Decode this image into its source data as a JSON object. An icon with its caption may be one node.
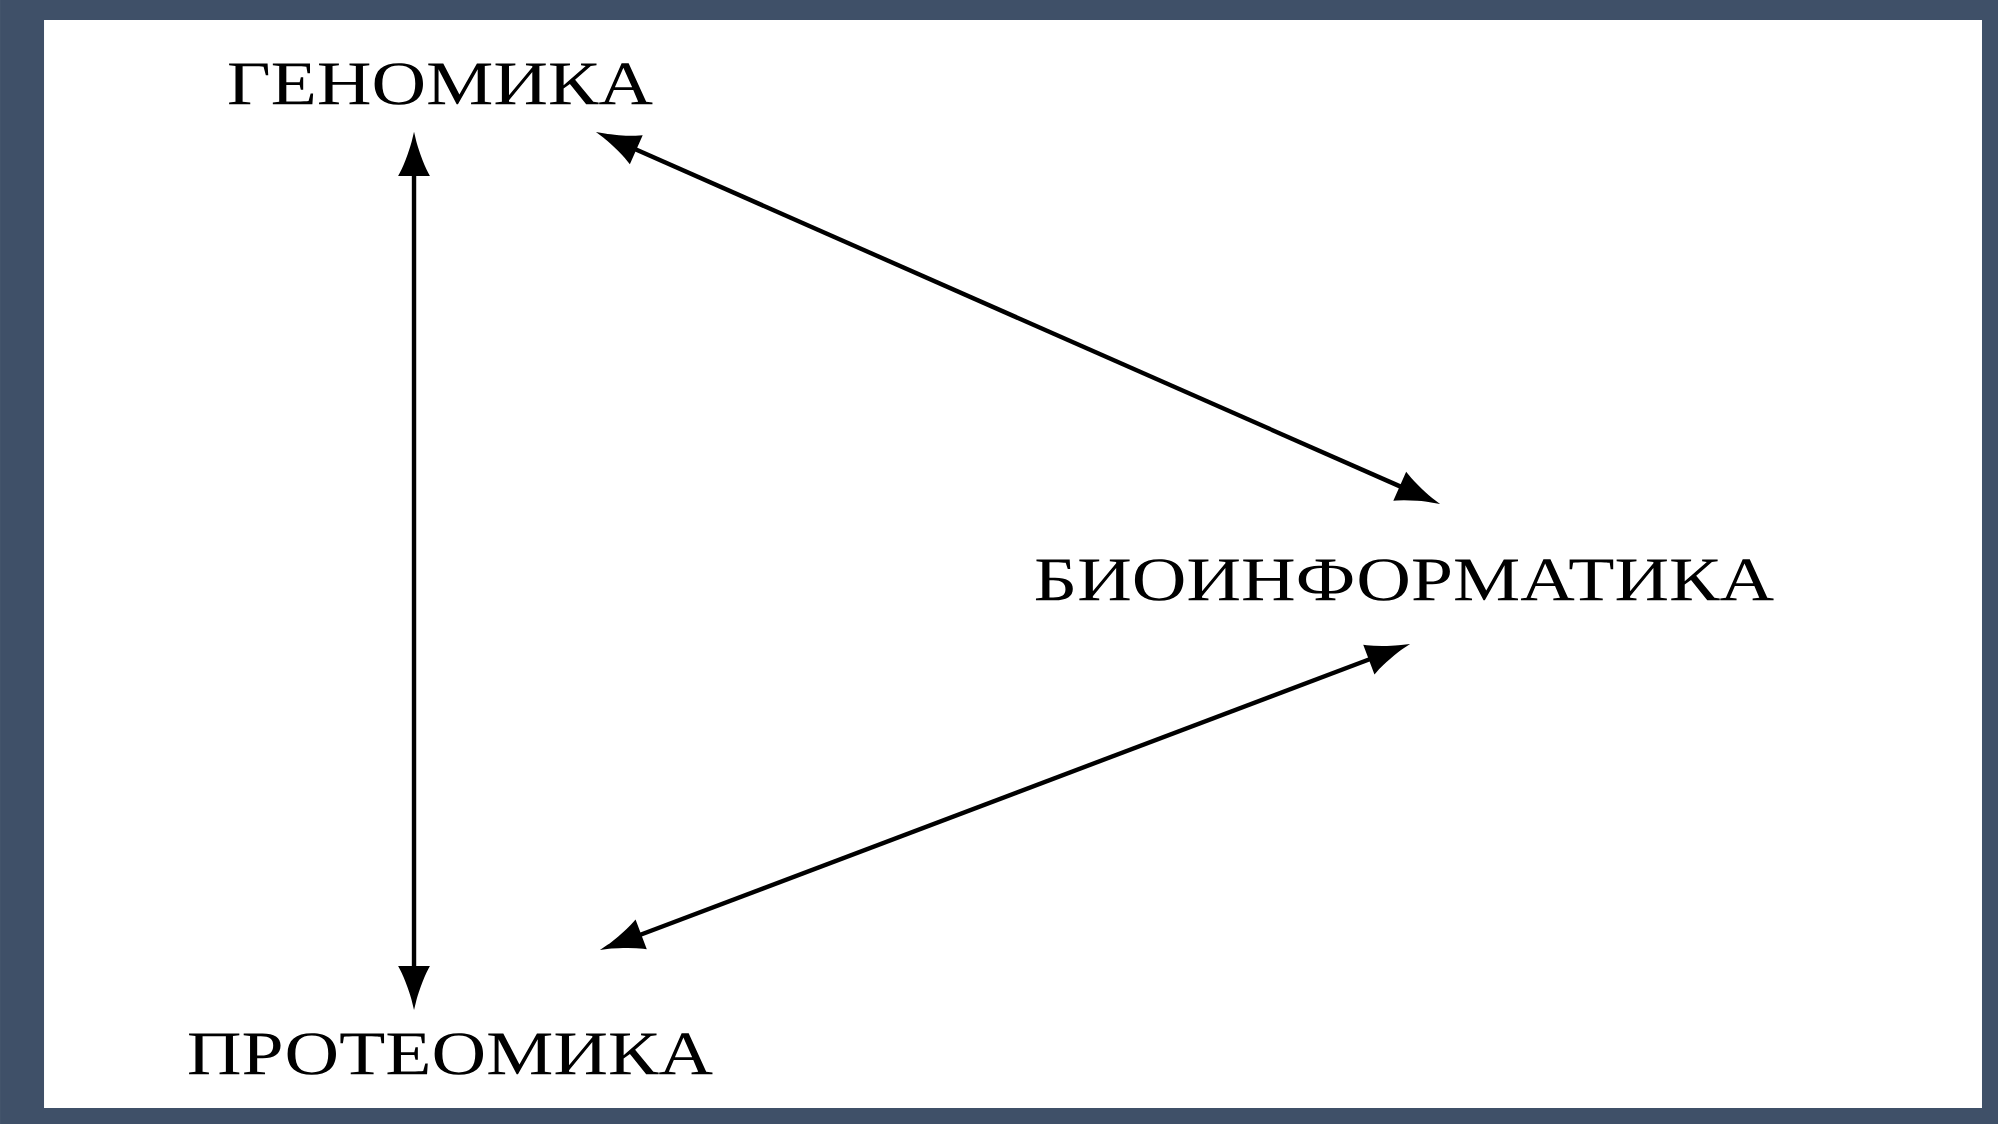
{
  "diagram": {
    "nodes": [
      {
        "text": [
          "ГЕНОМИКА"
        ]
      },
      {
        "text": [
          "БИОИНФОРМАТИКА"
        ]
      },
      {
        "text": [
          "ПРОТЕОМИКА"
        ]
      }
    ],
    "edges": [
      {
        "from": 0,
        "to": 1,
        "arrow": "both"
      },
      {
        "from": 1,
        "to": 2,
        "arrow": "both"
      },
      {
        "from": 0,
        "to": 2,
        "arrow": "both"
      }
    ]
  }
}
